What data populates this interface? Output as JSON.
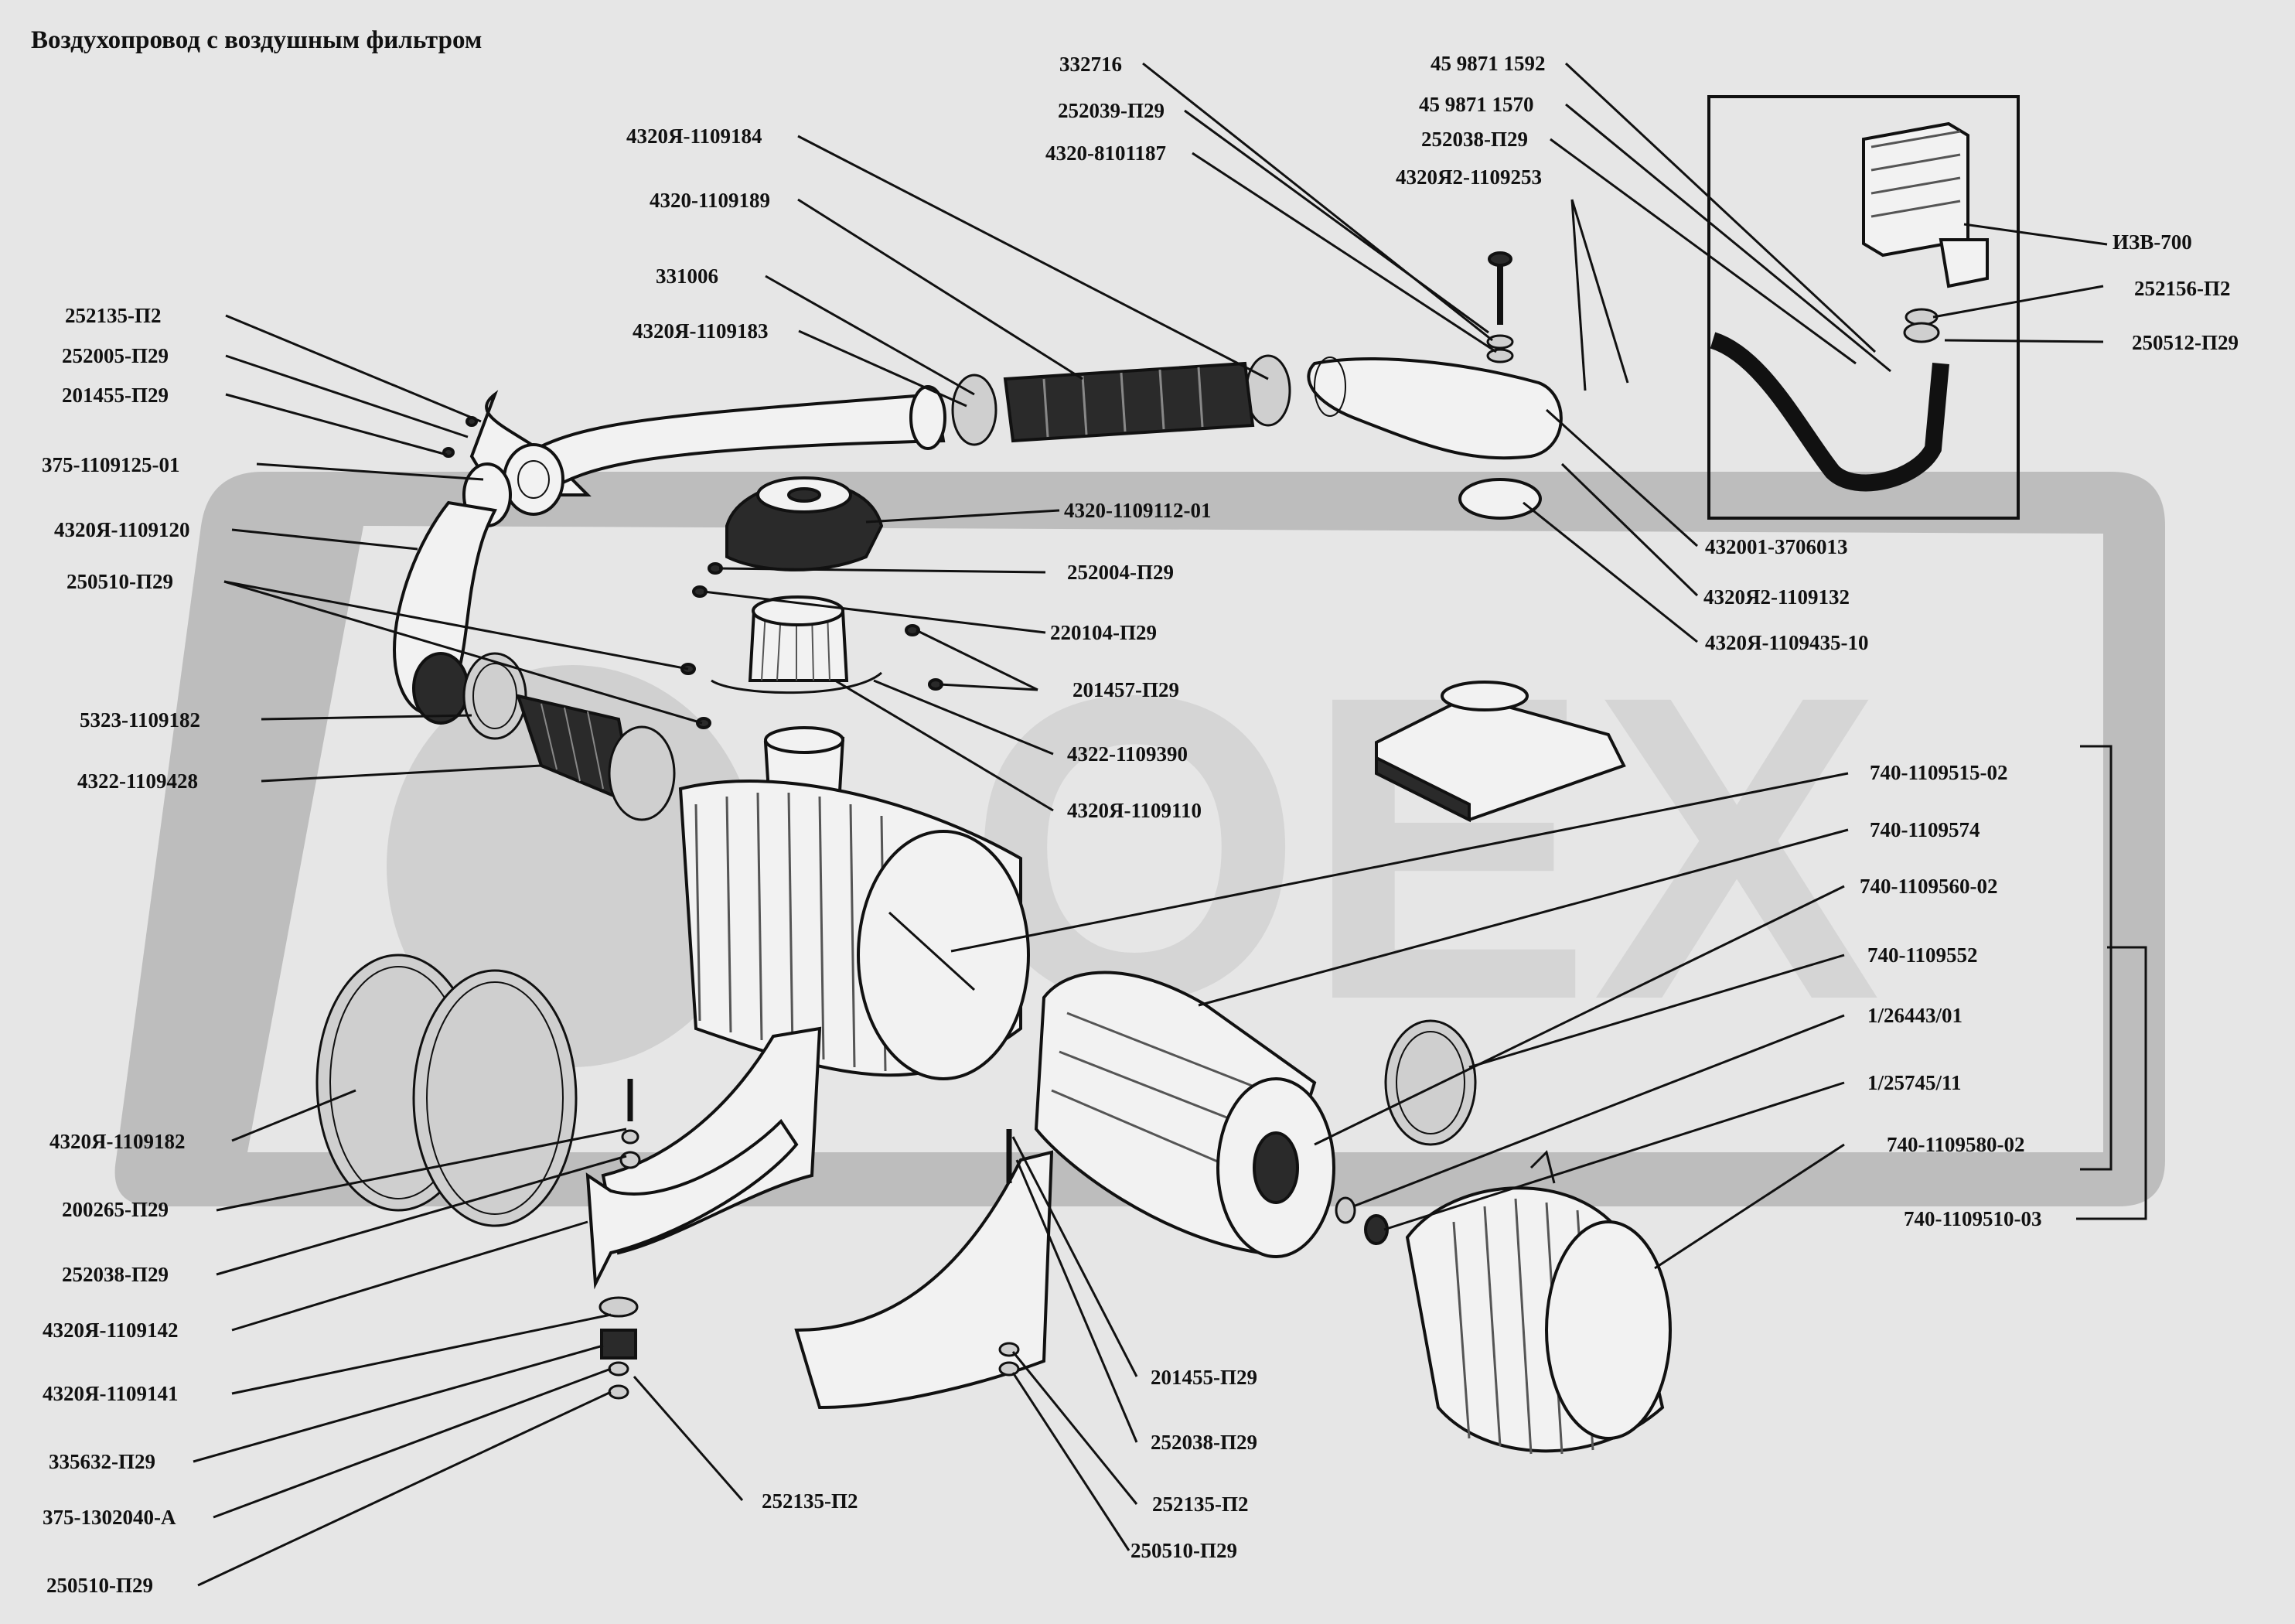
{
  "title": "Воздухопровод с воздушным фильтром",
  "watermark_text": "OEX",
  "colors": {
    "background": "#e6e6e6",
    "ink": "#111111",
    "watermark": "#bdbdbd"
  },
  "labels": {
    "332716": "332716",
    "252039_P29": "252039-П29",
    "4320_8101187": "4320-8101187",
    "4320Ya_1109184": "4320Я-1109184",
    "4320_1109189": "4320-1109189",
    "331006": "331006",
    "4320Ya_1109183": "4320Я-1109183",
    "45_9871_1592": "45 9871 1592",
    "45_9871_1570": "45 9871 1570",
    "252038_P29_top": "252038-П29",
    "4320Ya2_1109253": "4320Я2-1109253",
    "IZV_700": "ИЗВ-700",
    "252156_P2": "252156-П2",
    "250512_P29": "250512-П29",
    "252135_P2_left": "252135-П2",
    "252005_P29": "252005-П29",
    "201455_P29_left": "201455-П29",
    "375_1109125_01": "375-1109125-01",
    "4320Ya_1109120": "4320Я-1109120",
    "250510_P29_left": "250510-П29",
    "5323_1109182": "5323-1109182",
    "4322_1109428": "4322-1109428",
    "4320_1109112_01": "4320-1109112-01",
    "252004_P29": "252004-П29",
    "220104_P29": "220104-П29",
    "201457_P29": "201457-П29",
    "4322_1109390": "4322-1109390",
    "4320Ya_1109110": "4320Я-1109110",
    "432001_3706013": "432001-3706013",
    "4320Ya2_1109132": "4320Я2-1109132",
    "4320Ya_1109435_10": "4320Я-1109435-10",
    "740_1109515_02": "740-1109515-02",
    "740_1109574": "740-1109574",
    "740_1109560_02": "740-1109560-02",
    "740_1109552": "740-1109552",
    "1_26443_01": "1/26443/01",
    "1_25745_11": "1/25745/11",
    "740_1109580_02": "740-1109580-02",
    "740_1109510_03": "740-1109510-03",
    "4320Ya_1109182": "4320Я-1109182",
    "200265_P29": "200265-П29",
    "252038_P29_left": "252038-П29",
    "4320Ya_1109142": "4320Я-1109142",
    "4320Ya_1109141": "4320Я-1109141",
    "335632_P29": "335632-П29",
    "375_1302040_A": "375-1302040-А",
    "250510_P29_bottom": "250510-П29",
    "252135_P2_center": "252135-П2",
    "201455_P29_right": "201455-П29",
    "252038_P29_right": "252038-П29",
    "252135_P2_right": "252135-П2",
    "250510_P29_right": "250510-П29"
  }
}
